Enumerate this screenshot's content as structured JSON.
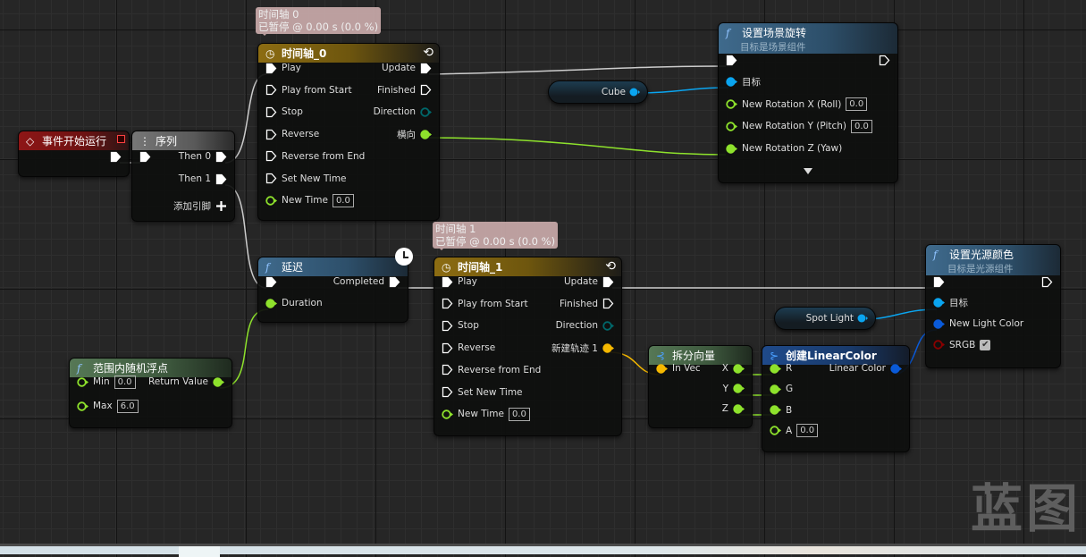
{
  "colors": {
    "exec": "#ffffff",
    "float": "#8ee22c",
    "object": "#0aa5f0",
    "vector": "#f5b800",
    "color": "#0a5ad8",
    "bool": "#8a0000",
    "struct": "#00676a"
  },
  "bubbles": {
    "timeline0": {
      "line1": "时间轴 0",
      "line2": "已暂停 @ 0.00 s (0.0 %)"
    },
    "timeline1": {
      "line1": "时间轴 1",
      "line2": "已暂停 @ 0.00 s (0.0 %)"
    }
  },
  "variables": {
    "cube": "Cube",
    "spot_light": "Spot Light"
  },
  "watermark": "蓝图",
  "nodes": [
    {
      "id": "event",
      "title": "事件开始运行",
      "icon": "event-diamond-icon",
      "rows": [
        {
          "r": {
            "label": "",
            "type": "exec",
            "filled": true
          }
        }
      ]
    },
    {
      "id": "sequence",
      "title": "序列",
      "icon": "sequence-icon",
      "rows": [
        {
          "l": {
            "label": "",
            "type": "exec",
            "filled": true
          },
          "r": {
            "label": "Then 0",
            "type": "exec",
            "filled": true
          }
        },
        {
          "r": {
            "label": "Then 1",
            "type": "exec",
            "filled": true
          }
        },
        {
          "r": {
            "label": "添加引脚",
            "type": "plus"
          }
        }
      ]
    },
    {
      "id": "timeline0",
      "title": "时间轴_0",
      "icon": "clock-icon",
      "rows": [
        {
          "l": {
            "label": "Play",
            "type": "exec",
            "filled": true
          },
          "r": {
            "label": "Update",
            "type": "exec",
            "filled": true
          }
        },
        {
          "l": {
            "label": "Play from Start",
            "type": "exec"
          },
          "r": {
            "label": "Finished",
            "type": "exec"
          }
        },
        {
          "l": {
            "label": "Stop",
            "type": "exec"
          },
          "r": {
            "label": "Direction",
            "type": "struct"
          }
        },
        {
          "l": {
            "label": "Reverse",
            "type": "exec"
          },
          "r": {
            "label": "横向",
            "type": "float",
            "filled": true
          }
        },
        {
          "l": {
            "label": "Reverse from End",
            "type": "exec"
          }
        },
        {
          "l": {
            "label": "Set New Time",
            "type": "exec"
          }
        },
        {
          "l": {
            "label": "New Time",
            "type": "float",
            "value": "0.0"
          }
        }
      ]
    },
    {
      "id": "setrot",
      "title": "设置场景旋转",
      "subtitle": "目标是场景组件",
      "icon": "function-icon",
      "rows": [
        {
          "l": {
            "label": "",
            "type": "exec",
            "filled": true
          },
          "r": {
            "label": "",
            "type": "exec"
          }
        },
        {
          "l": {
            "label": "目标",
            "type": "object",
            "filled": true
          }
        },
        {
          "l": {
            "label": "New Rotation X (Roll)",
            "type": "float",
            "value": "0.0"
          }
        },
        {
          "l": {
            "label": "New Rotation Y (Pitch)",
            "type": "float",
            "value": "0.0"
          }
        },
        {
          "l": {
            "label": "New Rotation Z (Yaw)",
            "type": "float",
            "filled": true
          }
        }
      ]
    },
    {
      "id": "delay",
      "title": "延迟",
      "icon": "function-icon",
      "rows": [
        {
          "l": {
            "label": "",
            "type": "exec",
            "filled": true
          },
          "r": {
            "label": "Completed",
            "type": "exec",
            "filled": true
          }
        },
        {
          "l": {
            "label": "Duration",
            "type": "float",
            "filled": true
          }
        }
      ]
    },
    {
      "id": "randfloat",
      "title": "范围内随机浮点",
      "icon": "function-icon",
      "rows": [
        {
          "l": {
            "label": "Min",
            "type": "float",
            "value": "0.0"
          },
          "r": {
            "label": "Return Value",
            "type": "float",
            "filled": true
          }
        },
        {
          "l": {
            "label": "Max",
            "type": "float",
            "value": "6.0"
          }
        }
      ]
    },
    {
      "id": "timeline1",
      "title": "时间轴_1",
      "icon": "clock-icon",
      "rows": [
        {
          "l": {
            "label": "Play",
            "type": "exec",
            "filled": true
          },
          "r": {
            "label": "Update",
            "type": "exec",
            "filled": true
          }
        },
        {
          "l": {
            "label": "Play from Start",
            "type": "exec"
          },
          "r": {
            "label": "Finished",
            "type": "exec"
          }
        },
        {
          "l": {
            "label": "Stop",
            "type": "exec"
          },
          "r": {
            "label": "Direction",
            "type": "struct"
          }
        },
        {
          "l": {
            "label": "Reverse",
            "type": "exec"
          },
          "r": {
            "label": "新建轨迹 1",
            "type": "vector",
            "filled": true
          }
        },
        {
          "l": {
            "label": "Reverse from End",
            "type": "exec"
          }
        },
        {
          "l": {
            "label": "Set New Time",
            "type": "exec"
          }
        },
        {
          "l": {
            "label": "New Time",
            "type": "float",
            "value": "0.0"
          }
        }
      ]
    },
    {
      "id": "breakvec",
      "title": "拆分向量",
      "icon": "break-icon",
      "rows": [
        {
          "l": {
            "label": "In Vec",
            "type": "vector",
            "filled": true
          },
          "r": {
            "label": "X",
            "type": "float",
            "filled": true
          }
        },
        {
          "r": {
            "label": "Y",
            "type": "float",
            "filled": true
          }
        },
        {
          "r": {
            "label": "Z",
            "type": "float",
            "filled": true
          }
        }
      ]
    },
    {
      "id": "makecolor",
      "title": "创建LinearColor",
      "icon": "make-icon",
      "rows": [
        {
          "l": {
            "label": "R",
            "type": "float",
            "filled": true
          },
          "r": {
            "label": "Linear Color",
            "type": "color",
            "filled": true
          }
        },
        {
          "l": {
            "label": "G",
            "type": "float",
            "filled": true
          }
        },
        {
          "l": {
            "label": "B",
            "type": "float",
            "filled": true
          }
        },
        {
          "l": {
            "label": "A",
            "type": "float",
            "value": "0.0"
          }
        }
      ]
    },
    {
      "id": "setlight",
      "title": "设置光源颜色",
      "subtitle": "目标是光源组件",
      "icon": "function-icon",
      "rows": [
        {
          "l": {
            "label": "",
            "type": "exec",
            "filled": true
          },
          "r": {
            "label": "",
            "type": "exec"
          }
        },
        {
          "l": {
            "label": "目标",
            "type": "object",
            "filled": true
          }
        },
        {
          "l": {
            "label": "New Light Color",
            "type": "color",
            "filled": true
          }
        },
        {
          "l": {
            "label": "SRGB",
            "type": "bool",
            "checked": true
          }
        }
      ]
    }
  ]
}
